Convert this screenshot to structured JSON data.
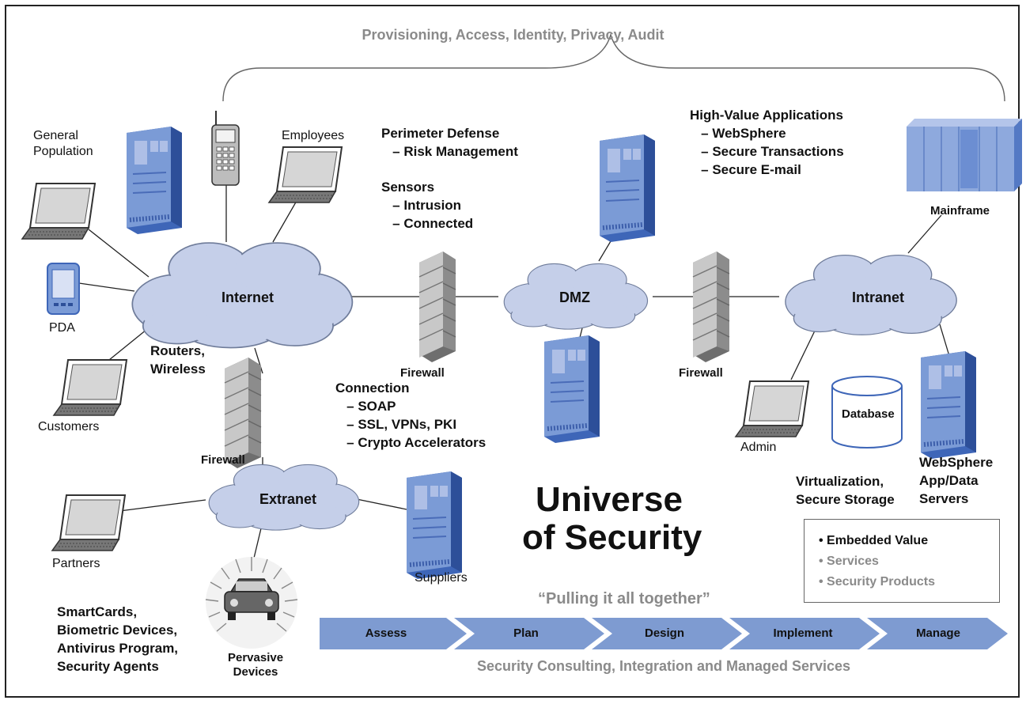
{
  "top_caption": "Provisioning, Access, Identity, Privacy, Audit",
  "clouds": {
    "internet": "Internet",
    "dmz": "DMZ",
    "intranet": "Intranet",
    "extranet": "Extranet"
  },
  "labels": {
    "general_population": "General\nPopulation",
    "employees": "Employees",
    "pda": "PDA",
    "customers": "Customers",
    "routers": "Routers,\nWireless",
    "firewall_left": "Firewall",
    "firewall_mid": "Firewall",
    "firewall_right": "Firewall",
    "mainframe": "Mainframe",
    "admin": "Admin",
    "database": "Database",
    "partners": "Partners",
    "suppliers": "Suppliers",
    "pervasive": "Pervasive\nDevices",
    "websphere_servers": "WebSphere\nApp/Data\nServers",
    "virtualization": "Virtualization,\nSecure Storage"
  },
  "blocks": {
    "perimeter": "Perimeter Defense\n   – Risk Management",
    "sensors": "Sensors\n   – Intrusion\n   – Connected",
    "high_value": "High-Value Applications\n   – WebSphere\n   – Secure Transactions\n   – Secure E-mail",
    "connection": "Connection\n   – SOAP\n   – SSL, VPNs, PKI\n   – Crypto Accelerators",
    "smartcards": "SmartCards,\nBiometric Devices,\nAntivirus Program,\nSecurity Agents"
  },
  "title": "Universe\nof Security",
  "legend": {
    "items": [
      "• Embedded Value",
      "• Services",
      "• Security Products"
    ],
    "colors": [
      "#111111",
      "#8a8a8a",
      "#8a8a8a"
    ]
  },
  "pulling": "“Pulling it all together”",
  "process_steps": [
    "Assess",
    "Plan",
    "Design",
    "Implement",
    "Manage"
  ],
  "bottom_caption": "Security Consulting, Integration and Managed Services",
  "colors": {
    "cloud_fill": "#c5cfe9",
    "server_blue": "#7b9bd6",
    "server_dark": "#3e66b8",
    "arrow_fill": "#7e9bd1",
    "wall_gray": "#9a9a9a"
  }
}
